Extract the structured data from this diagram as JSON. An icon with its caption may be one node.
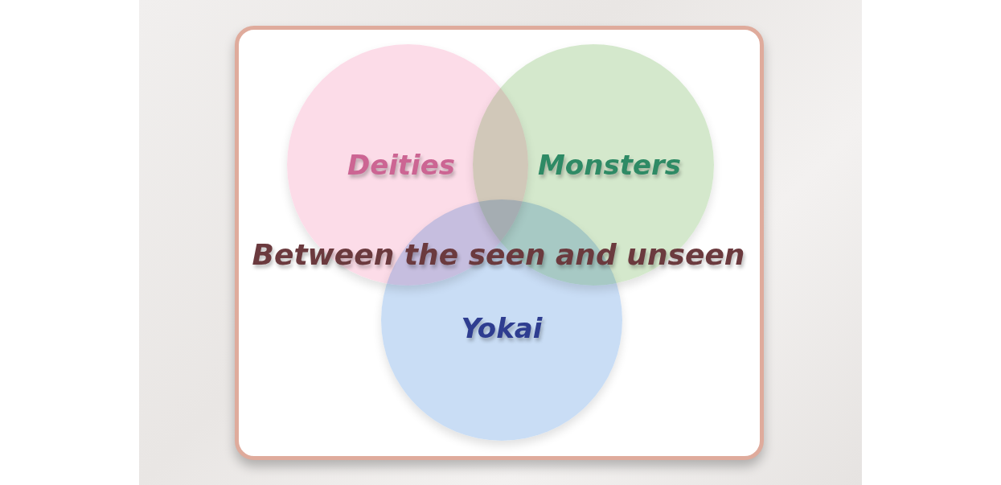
{
  "diagram": {
    "nodes": [
      {
        "text": [],
        "shape": "box"
      },
      {
        "text": [
          "Deities"
        ],
        "in": 0
      },
      {
        "text": [
          "Monsters"
        ],
        "in": 0
      },
      {
        "text": [
          "Yokai"
        ],
        "in": 0
      }
    ],
    "labels": [
      "Between the seen and unseen"
    ]
  }
}
